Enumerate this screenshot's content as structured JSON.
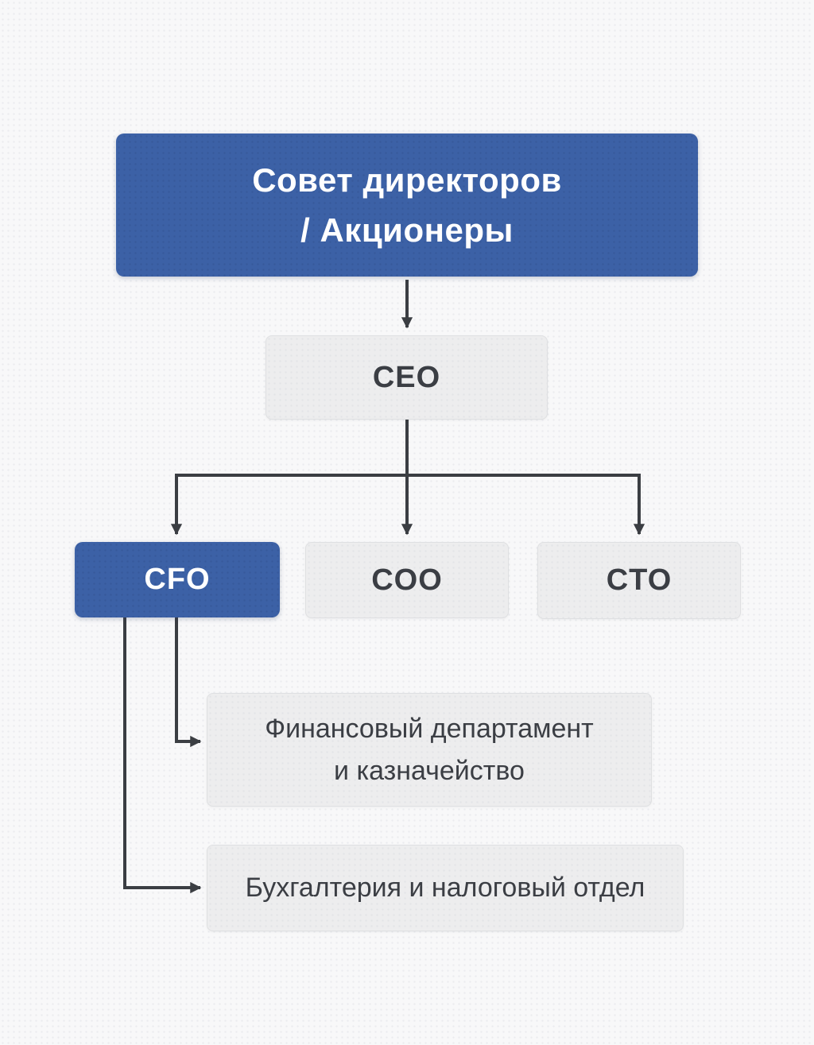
{
  "chart_data": {
    "type": "org-chart",
    "nodes": [
      {
        "id": "board",
        "label": "Совет директоров / Акционеры",
        "style": "primary",
        "reports_to": null
      },
      {
        "id": "ceo",
        "label": "CEO",
        "style": "gray",
        "reports_to": "board"
      },
      {
        "id": "cfo",
        "label": "CFO",
        "style": "primary",
        "reports_to": "ceo"
      },
      {
        "id": "coo",
        "label": "COO",
        "style": "gray",
        "reports_to": "ceo"
      },
      {
        "id": "cto",
        "label": "CTO",
        "style": "gray",
        "reports_to": "ceo"
      },
      {
        "id": "finance",
        "label": "Финансовый департамент и казначейство",
        "style": "gray",
        "reports_to": "cfo"
      },
      {
        "id": "accounting",
        "label": "Бухгалтерия и налоговый отдел",
        "style": "gray",
        "reports_to": "cfo"
      }
    ]
  },
  "nodes": {
    "board": {
      "line1": "Совет директоров",
      "line2": "/ Акционеры"
    },
    "ceo": {
      "label": "CEO"
    },
    "cfo": {
      "label": "CFO"
    },
    "coo": {
      "label": "COO"
    },
    "cto": {
      "label": "CTO"
    },
    "finance": {
      "line1": "Финансовый департамент",
      "line2": "и казначейство"
    },
    "accounting": {
      "label": "Бухгалтерия и налоговый отдел"
    }
  },
  "colors": {
    "primary_blue": "#3c61a6",
    "node_gray_bg": "#ededee",
    "node_gray_border": "#dfe0e2",
    "text_dark": "#3b3e44",
    "text_light": "#ffffff",
    "connector": "#3b3e43",
    "background": "#f8f8f9"
  }
}
